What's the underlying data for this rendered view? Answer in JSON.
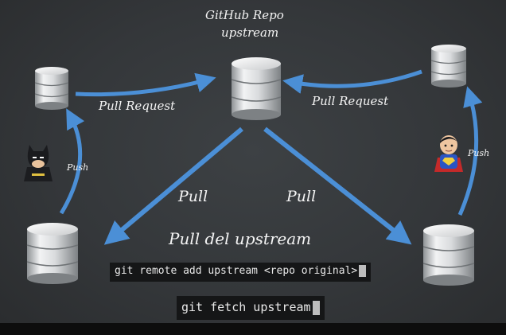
{
  "title": {
    "line1": "GitHub Repo",
    "line2": "upstream"
  },
  "labels": {
    "pull_request_left": "Pull Request",
    "pull_request_right": "Pull Request",
    "pull_left": "Pull",
    "pull_right": "Pull",
    "pull_upstream": "Pull del upstream",
    "push_left": "Push",
    "push_right": "Push"
  },
  "commands": {
    "cmd1": "git remote add upstream <repo original>",
    "cmd2": "git fetch upstream"
  },
  "characters": {
    "left": "batman-icon",
    "right": "superman-icon"
  },
  "colors": {
    "arrow": "#4b8fd6",
    "background": "#34373a",
    "text": "#f4f4f4",
    "command_bg": "#151617"
  }
}
